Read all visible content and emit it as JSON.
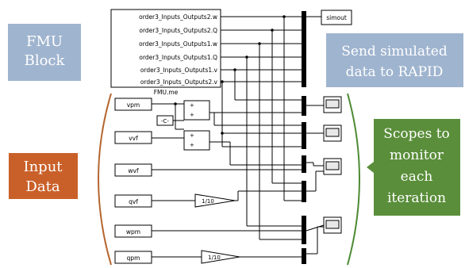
{
  "fmu_block": {
    "title": "FMU.me",
    "outputs": [
      "order3_Inputs_Outputs2.w",
      "order3_Inputs_Outputs2.Q",
      "order3_Inputs_Outputs1.w",
      "order3_Inputs_Outputs1.Q",
      "order3_Inputs_Outputs1.v",
      "order3_Inputs_Outputs2.v"
    ]
  },
  "simout_label": "simout",
  "inputs": {
    "vpm": "vpm",
    "vvf": "vvf",
    "wvf": "wvf",
    "qvf": "qvf",
    "wpm": "wpm",
    "qpm": "qpm",
    "constant": "-C-",
    "gain_qvf": "1/10",
    "gain_qpm": "1/10",
    "sum_signs": [
      "+",
      "+"
    ]
  },
  "annotations": {
    "fmu_block": [
      "FMU",
      "Block"
    ],
    "send_data": [
      "Send simulated",
      "data to RAPID"
    ],
    "input_data": [
      "Input",
      "Data"
    ],
    "scopes": [
      "Scopes to",
      "monitor",
      "each",
      "iteration"
    ]
  },
  "colors": {
    "fmu_box": "#9fb4cf",
    "send_box": "#9fb4cf",
    "input_box": "#c9602a",
    "scopes_box": "#5a8e3a",
    "bracket_input": "#b5652e",
    "bracket_scopes": "#4d8a33",
    "wire": "#000000"
  }
}
